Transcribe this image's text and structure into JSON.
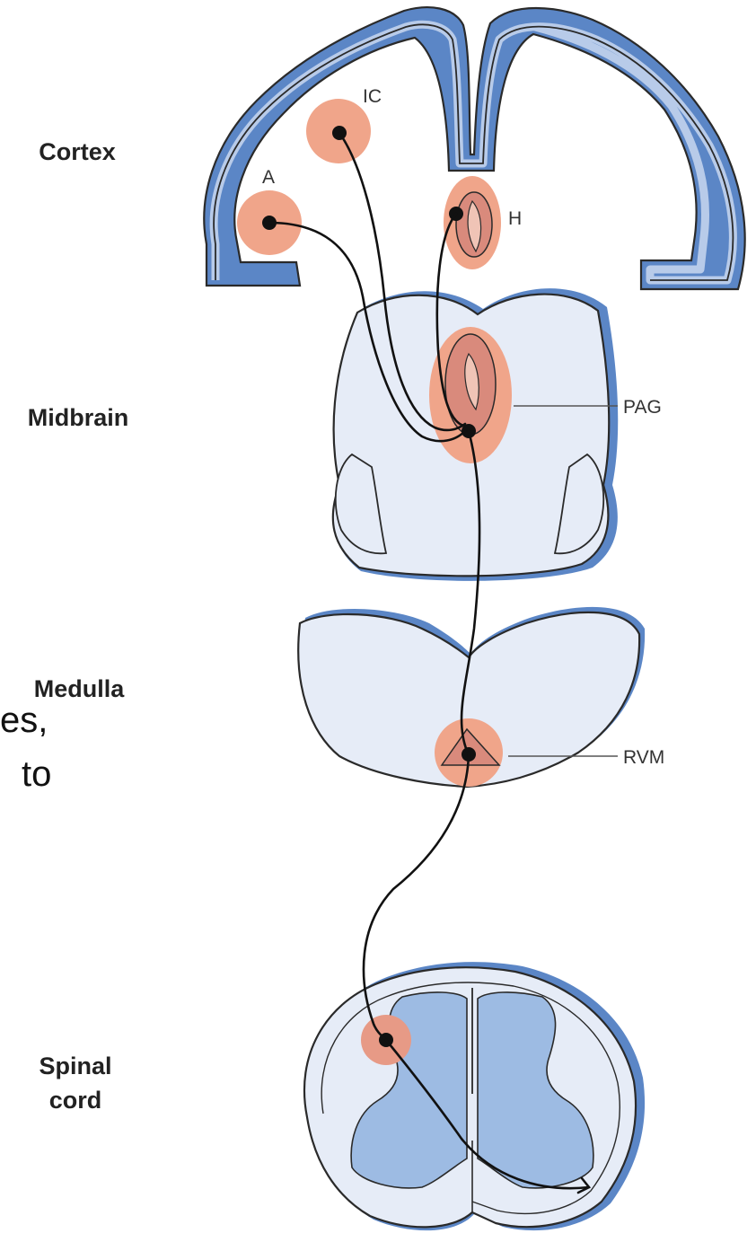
{
  "region_labels": {
    "cortex": "Cortex",
    "midbrain": "Midbrain",
    "medulla": "Medulla",
    "spinal_cord": [
      "Spinal",
      "cord"
    ]
  },
  "structure_labels": {
    "a": "A",
    "ic": "IC",
    "h": "H",
    "pag": "PAG",
    "rvm": "RVM"
  },
  "overlay_fragments": [
    "es,",
    "to"
  ],
  "colors": {
    "tissue_fill": "#e6ecf7",
    "tissue_outline": "#2a2a2a",
    "surface_blue": "#5b86c6",
    "grey_matter": "#9dbbe3",
    "nucleus_halo": "#f0a58a",
    "nucleus_core": "#d98a7c",
    "pathway_line": "#111111"
  }
}
